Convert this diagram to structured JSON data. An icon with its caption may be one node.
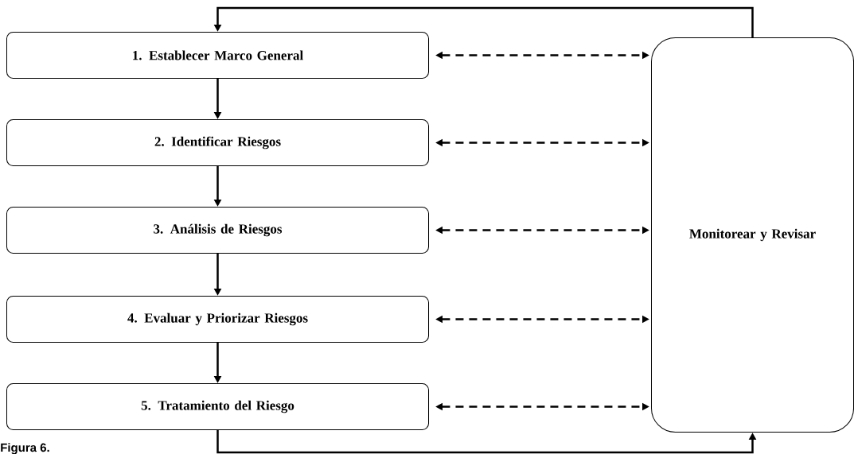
{
  "diagram": {
    "nodes": [
      {
        "text": [
          "1. Establecer Marco General"
        ]
      },
      {
        "text": [
          "2. Identificar Riesgos"
        ]
      },
      {
        "text": [
          "3. Análisis de Riesgos"
        ]
      },
      {
        "text": [
          "4. Evaluar y Priorizar Riesgos"
        ]
      },
      {
        "text": [
          "5. Tratamiento del Riesgo"
        ]
      },
      {
        "text": [
          "Monitorear y Revisar"
        ]
      }
    ],
    "edges": [
      {
        "from": 0,
        "to": 1,
        "arrow": "to"
      },
      {
        "from": 1,
        "to": 2,
        "arrow": "to"
      },
      {
        "from": 2,
        "to": 3,
        "arrow": "to"
      },
      {
        "from": 3,
        "to": 4,
        "arrow": "to"
      },
      {
        "from": 0,
        "to": 5,
        "arrow": "both",
        "style": "dashed"
      },
      {
        "from": 1,
        "to": 5,
        "arrow": "both",
        "style": "dashed"
      },
      {
        "from": 2,
        "to": 5,
        "arrow": "both",
        "style": "dashed"
      },
      {
        "from": 3,
        "to": 5,
        "arrow": "both",
        "style": "dashed"
      },
      {
        "from": 4,
        "to": 5,
        "arrow": "both",
        "style": "dashed"
      },
      {
        "from": 4,
        "to": 5,
        "arrow": "to"
      },
      {
        "from": 5,
        "to": 0,
        "arrow": "to"
      }
    ],
    "labels": [
      "Figura 6."
    ]
  }
}
